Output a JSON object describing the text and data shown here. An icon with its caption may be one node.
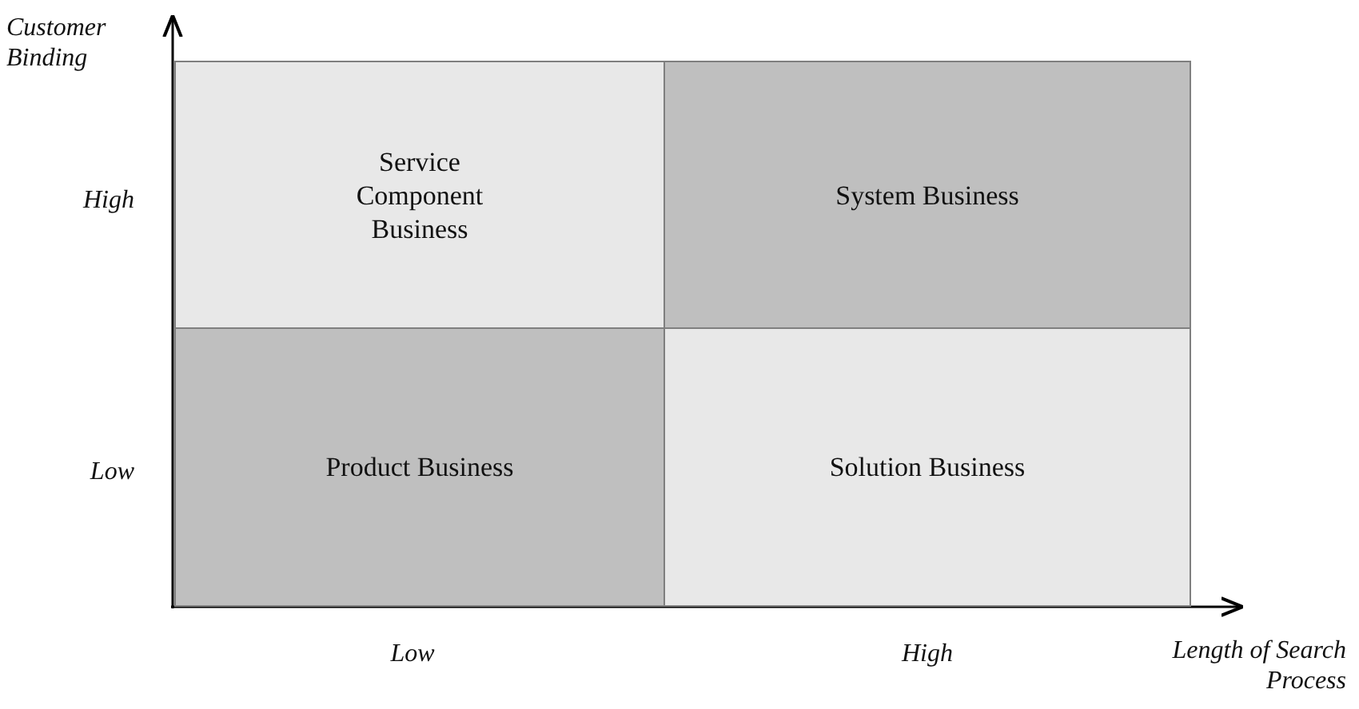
{
  "diagram": {
    "nodes": [
      {
        "text": [
          "Service Component Business"
        ]
      },
      {
        "text": [
          "System Business"
        ]
      },
      {
        "text": [
          "Product Business"
        ]
      },
      {
        "text": [
          "Solution Business"
        ]
      }
    ],
    "labels": [
      "Customer Binding",
      "High",
      "Low",
      "Low",
      "High",
      "Length of Search Process"
    ]
  }
}
